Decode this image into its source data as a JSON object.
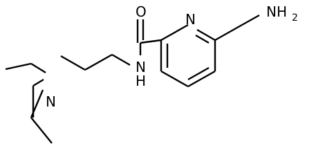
{
  "molecule": {
    "atoms": {
      "oxygen": "O",
      "ring_nitrogen": "N",
      "amine_group_main": "NH",
      "amine_group_sub": "2",
      "amide_nh": "N",
      "amide_h": "H",
      "tertiary_amine": "N"
    }
  }
}
